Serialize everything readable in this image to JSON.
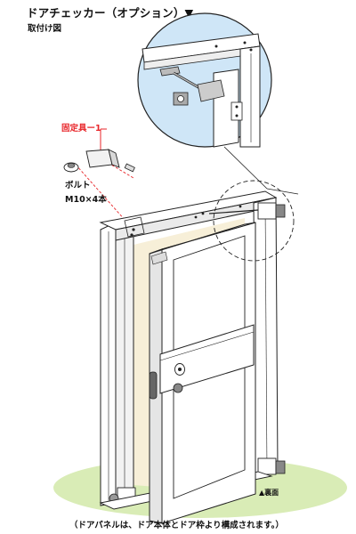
{
  "header": {
    "title": "ドアチェッカー（オプション）▼",
    "subtitle": "取付け図"
  },
  "callouts": {
    "fixture": "固定具ー1",
    "bolt": "ボルト",
    "bolt_spec": "M10×4本",
    "back_side": "▲裏面"
  },
  "footer": {
    "caption": "（ドアパネルは、ドア本体とドア枠より構成されます。）"
  },
  "colors": {
    "accent_red": "#e8262a",
    "sky_blue": "#cfe6f7",
    "ground_green": "#d9ecb6",
    "door_opening_cream": "#f7efd8",
    "outline": "#222222"
  }
}
